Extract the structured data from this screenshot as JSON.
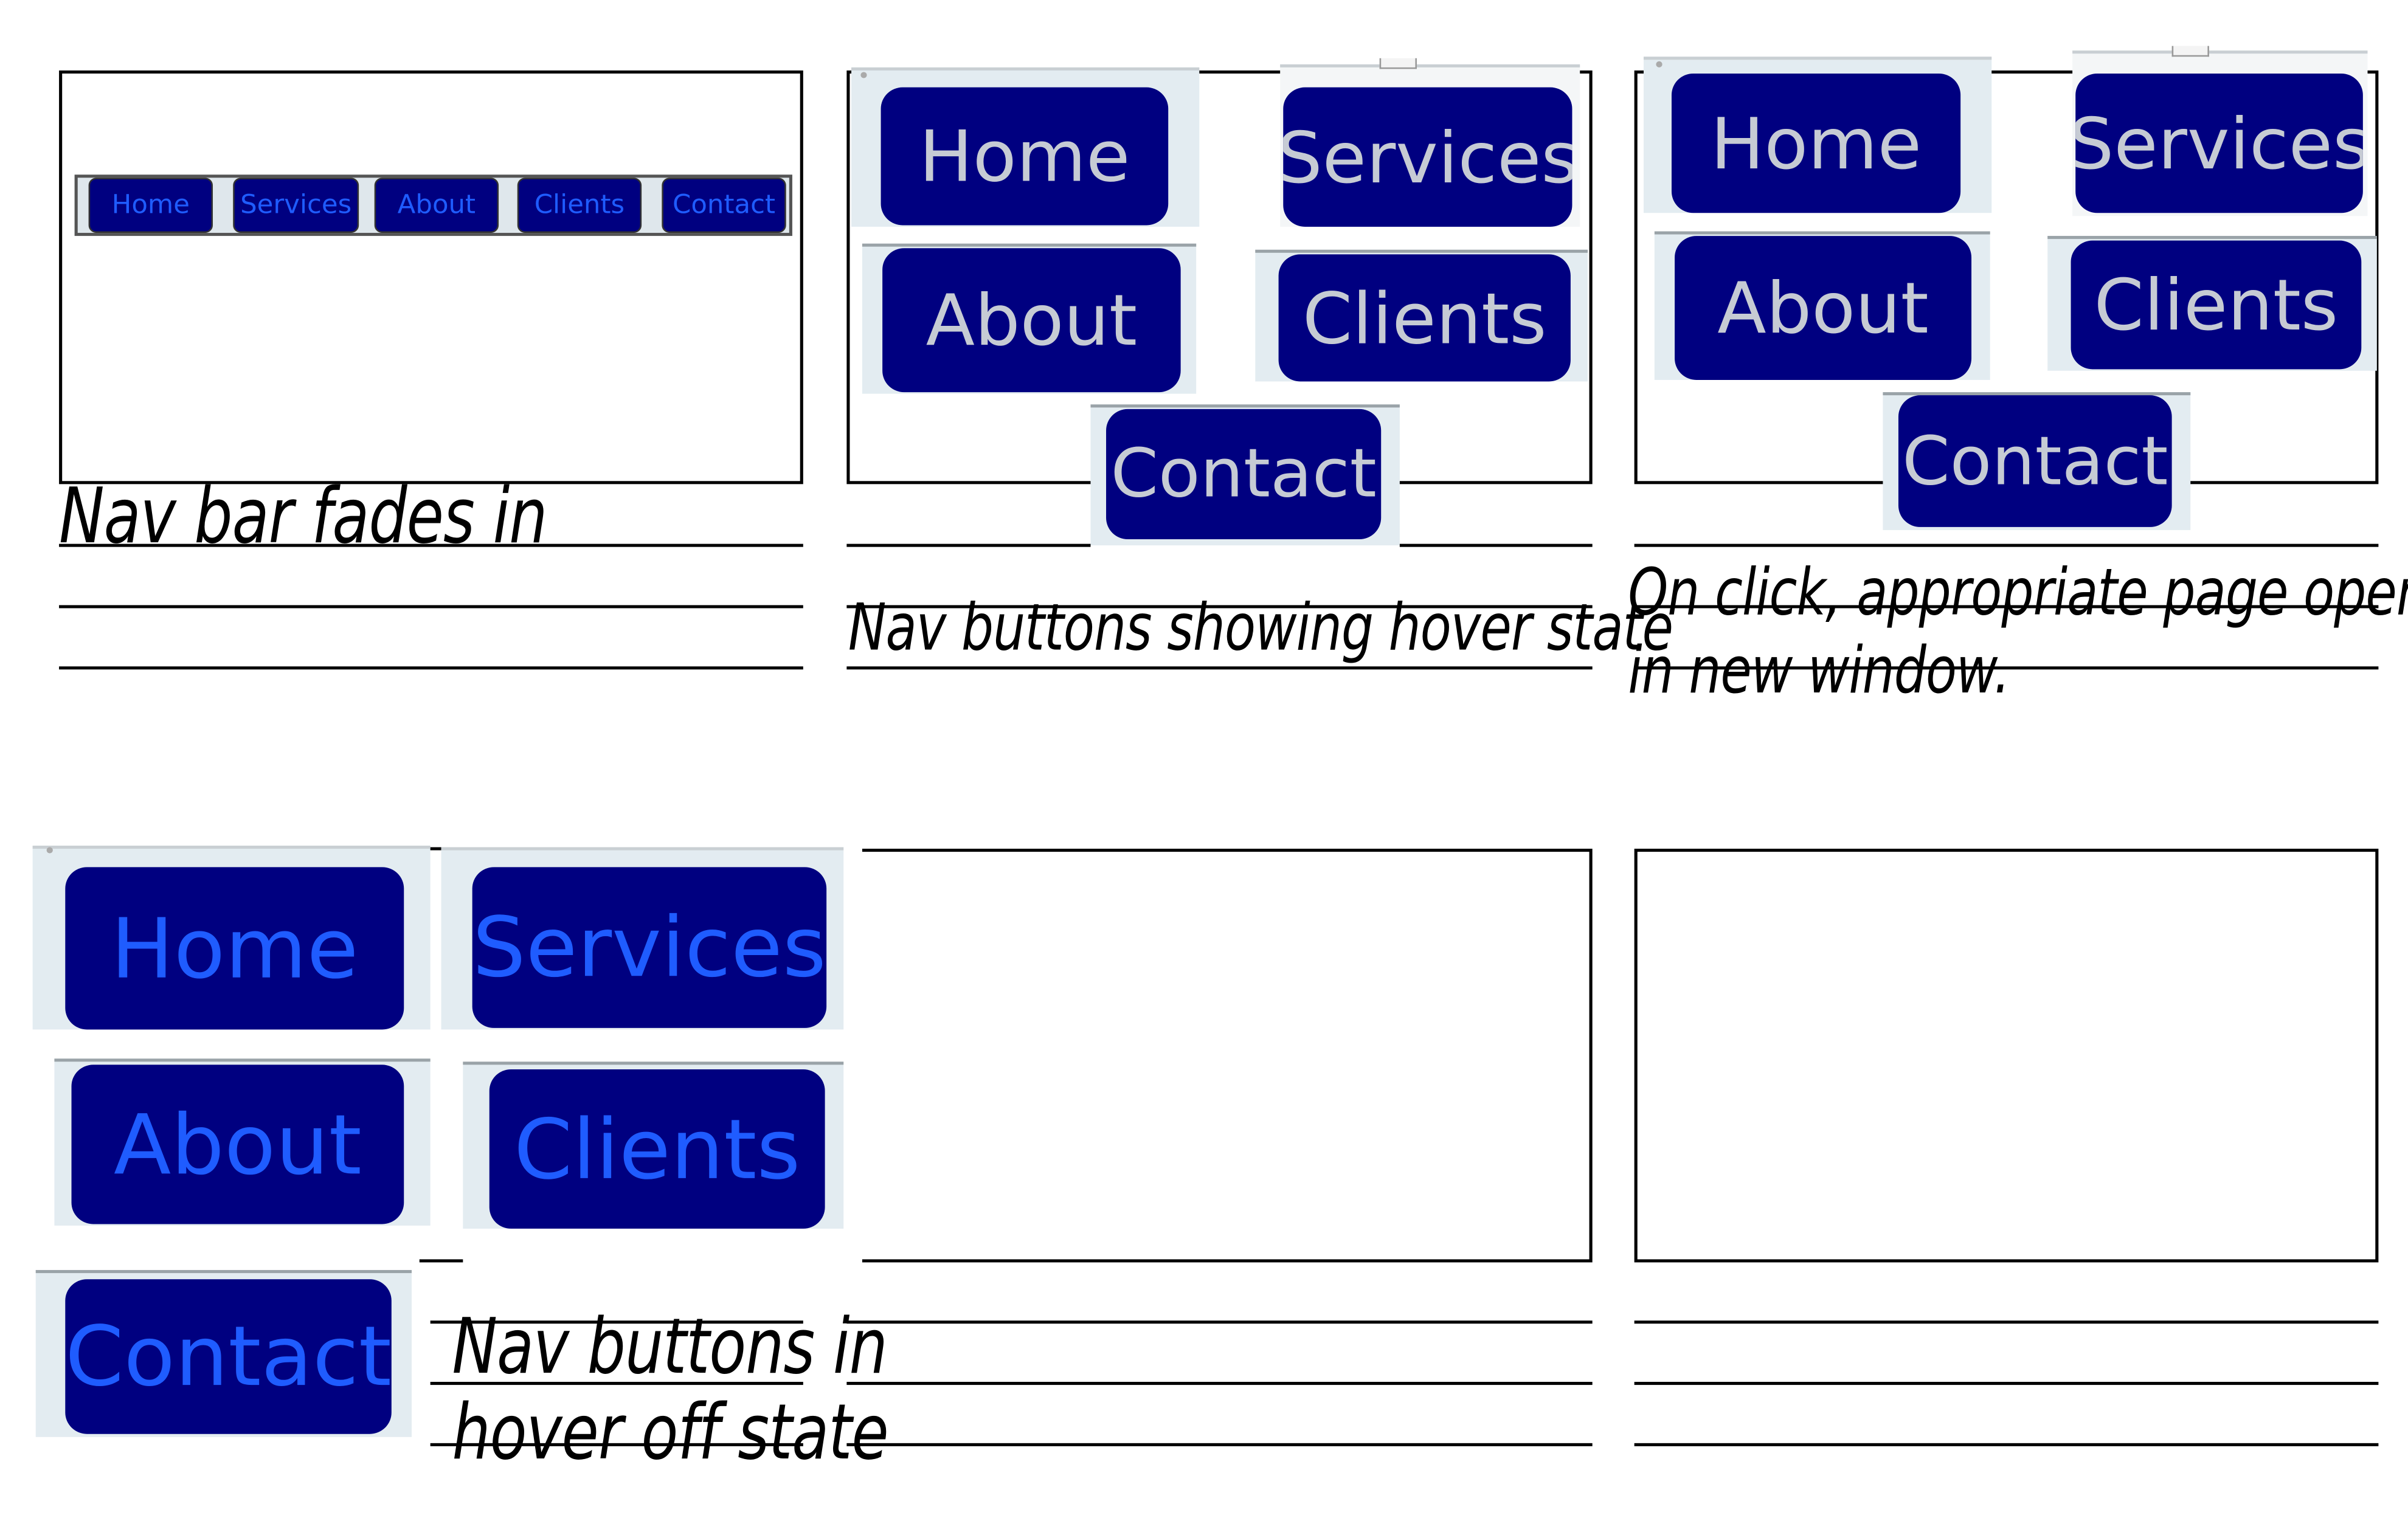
{
  "captions": {
    "panel1": "Nav bar fades in",
    "panel2": "Nav buttons showing hover state",
    "panel3_line1": "On click, appropriate page opens",
    "panel3_line2": "in new window.",
    "panel4_line1": "Nav buttons in",
    "panel4_line2": "hover off state"
  },
  "nav": {
    "home": "Home",
    "services": "Services",
    "about": "About",
    "clients": "Clients",
    "contact": "Contact"
  },
  "colors": {
    "button_fill": "#000080",
    "hover_text": "#c6cbd4",
    "off_text": "#1f5cff",
    "tile_bg": "#e3ecf1"
  }
}
